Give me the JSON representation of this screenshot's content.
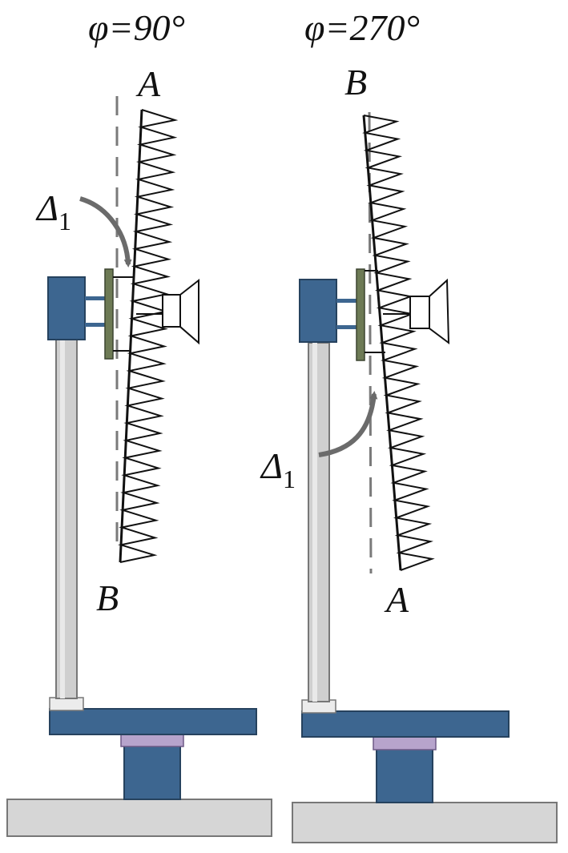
{
  "panels": [
    {
      "angle_label": "φ=90°",
      "top_label": "A",
      "bottom_label": "B",
      "delta_symbol": "Δ",
      "delta_subscript": "1"
    },
    {
      "angle_label": "φ=270°",
      "top_label": "B",
      "bottom_label": "A",
      "delta_symbol": "Δ",
      "delta_subscript": "1"
    }
  ],
  "colors": {
    "steel_blue": "#3d6690",
    "steel_blue_dark": "#26425e",
    "column_gray": "#cfcfcf",
    "base_gray": "#d6d6d6",
    "adapter_purple": "#b7a4cc",
    "plate_olive": "#6d7a55",
    "arrow_gray": "#6b6b6b",
    "dash_gray": "#7a7a7a",
    "line_black": "#111111"
  },
  "icons": {
    "arrow": "curved-arrow-icon",
    "horn": "horn-antenna-icon"
  }
}
